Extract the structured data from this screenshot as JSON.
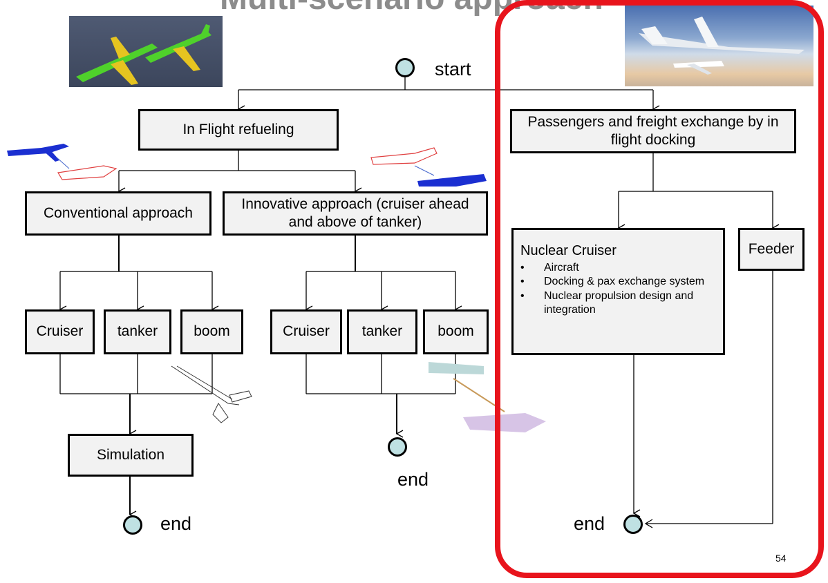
{
  "slide": {
    "title": "Multi-scenario approach",
    "page_number": "54"
  },
  "nodes": {
    "start": "start",
    "end_left": "end",
    "end_middle": "end",
    "end_right": "end"
  },
  "boxes": {
    "in_flight_refueling": "In Flight refueling",
    "passengers_freight": "Passengers and freight exchange by in flight docking",
    "conventional": "Conventional approach",
    "innovative": "Innovative approach (cruiser ahead and above of tanker)",
    "left_cruiser": "Cruiser",
    "left_tanker": "tanker",
    "left_boom": "boom",
    "mid_cruiser": "Cruiser",
    "mid_tanker": "tanker",
    "mid_boom": "boom",
    "simulation": "Simulation",
    "feeder": "Feeder",
    "nuclear_cruiser": {
      "title": "Nuclear Cruiser",
      "bullets": [
        "Aircraft",
        "Docking & pax exchange system",
        "Nuclear propulsion design and integration"
      ]
    }
  },
  "colors": {
    "box_fill": "#f2f2f2",
    "node_fill": "#bfe1e3",
    "highlight_frame": "#e8141c",
    "title_gray": "#8c8c8c"
  },
  "icons": [
    "aircraft-render-icon",
    "docking-aircraft-photo-icon",
    "refueling-sketch-icon",
    "boom-drawing-icon"
  ]
}
